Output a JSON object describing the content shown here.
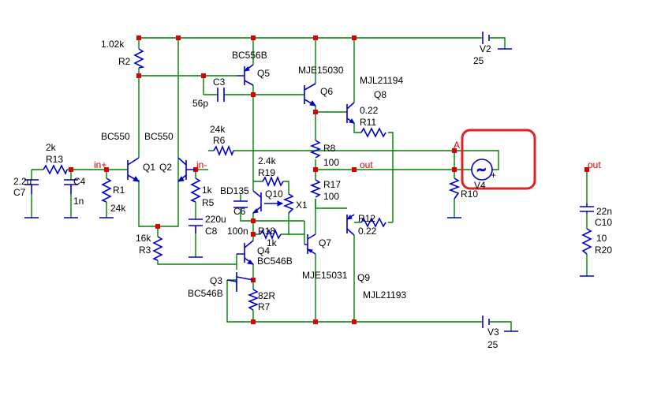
{
  "components": {
    "R1": {
      "ref": "R1",
      "value": "24k"
    },
    "R2": {
      "ref": "R2",
      "value": "1.02k"
    },
    "R3": {
      "ref": "R3",
      "value": "16k"
    },
    "R5": {
      "ref": "R5",
      "value": "1k"
    },
    "R6": {
      "ref": "R6",
      "value": "24k"
    },
    "R7": {
      "ref": "R7",
      "value": "82R"
    },
    "R8": {
      "ref": "R8",
      "value": "100"
    },
    "R10": {
      "ref": "R10"
    },
    "R11": {
      "ref": "R11",
      "value": "0.22"
    },
    "R12": {
      "ref": "R12",
      "value": "0.22"
    },
    "R13": {
      "ref": "R13",
      "value": "2k"
    },
    "R17": {
      "ref": "R17",
      "value": "100"
    },
    "R18": {
      "ref": "R18",
      "value": "1k"
    },
    "R19": {
      "ref": "R19",
      "value": "2.4k"
    },
    "R20": {
      "ref": "R20",
      "value": "10"
    },
    "C3": {
      "ref": "C3",
      "value": "56p"
    },
    "C4": {
      "ref": "C4",
      "value": "1n"
    },
    "C6": {
      "ref": "C6",
      "value": "100n"
    },
    "C7": {
      "ref": "C7",
      "value": "2.2u"
    },
    "C8": {
      "ref": "C8",
      "value": "220u"
    },
    "C10": {
      "ref": "C10",
      "value": "22n"
    },
    "Q1": {
      "ref": "Q1",
      "model": "BC550"
    },
    "Q2": {
      "ref": "Q2",
      "model": "BC550"
    },
    "Q3": {
      "ref": "Q3",
      "model": "BC546B"
    },
    "Q4": {
      "ref": "Q4",
      "model": "BC546B"
    },
    "Q5": {
      "ref": "Q5",
      "model": "BC556B"
    },
    "Q6": {
      "ref": "Q6",
      "model": "MJE15030"
    },
    "Q7": {
      "ref": "Q7",
      "model": "MJE15031"
    },
    "Q8": {
      "ref": "Q8",
      "model": "MJL21194"
    },
    "Q9": {
      "ref": "Q9",
      "model": "MJL21193"
    },
    "Q10": {
      "ref": "Q10",
      "model": "BD135"
    },
    "X1": {
      "ref": "X1"
    },
    "V2": {
      "ref": "V2",
      "value": "25"
    },
    "V3": {
      "ref": "V3",
      "value": "25"
    },
    "V4": {
      "ref": "V4"
    }
  },
  "nets": {
    "in_plus": "in+",
    "in_minus": "in-",
    "out": "out",
    "out2": "out",
    "node_a": "A"
  },
  "symbols": {
    "plus_sign": "+",
    "sine": "~"
  },
  "colors": {
    "wire": "#008000",
    "component": "#0000cc",
    "label": "#000000",
    "net_label": "#cc0000",
    "node": "#dd0000",
    "highlight": "#dd2222"
  }
}
